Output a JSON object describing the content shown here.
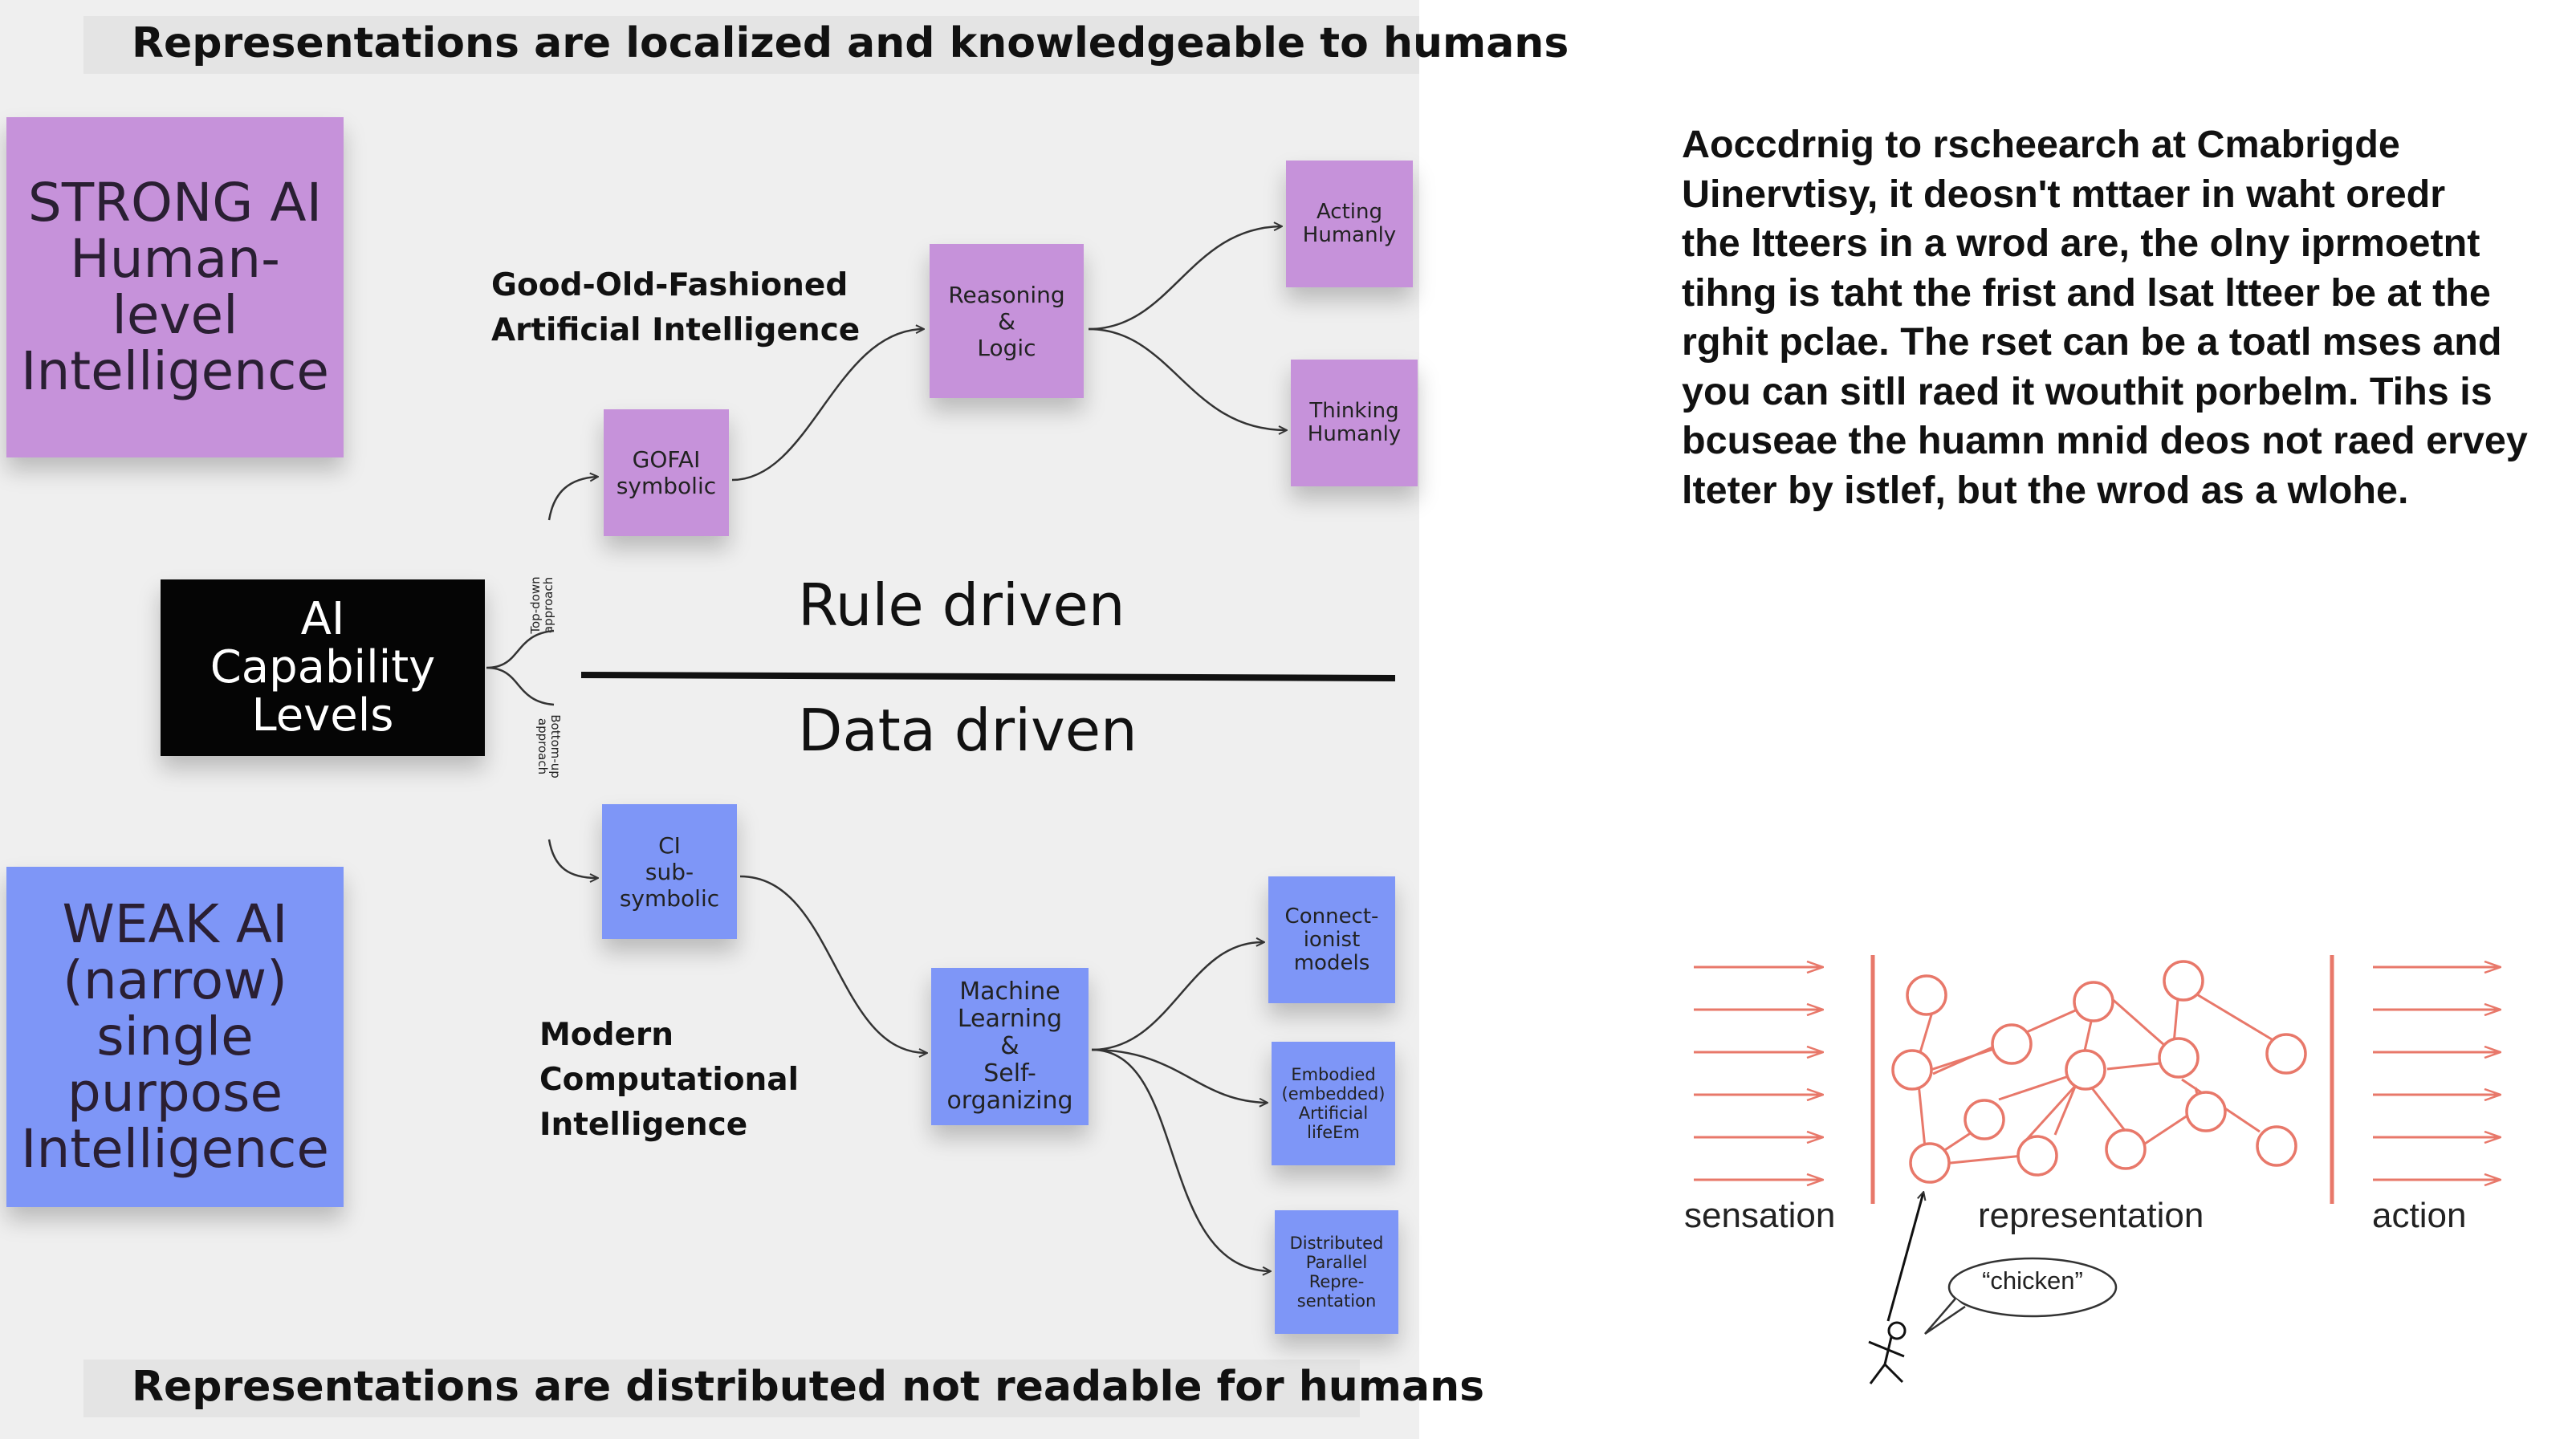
{
  "left_diagram": {
    "top_banner": "Representations are localized and  knowledgeable to humans",
    "bottom_banner": "Representations are distributed not readable for humans",
    "strong_ai": "STRONG AI\nHuman-\nlevel\nIntelligence",
    "weak_ai": "WEAK AI\n(narrow)\nsingle\npurpose\nIntelligence",
    "center": "AI\nCapability\nLevels",
    "top_down": "Top-down\napproach",
    "bottom_up": "Bottom-up\napproach",
    "gofai_label": "Good-Old-Fashioned\nArtificial Intelligence",
    "modern_label": "Modern\nComputational\nIntelligence",
    "rule_driven": "Rule driven",
    "data_driven": "Data driven",
    "gofai": "GOFAI\nsymbolic",
    "reasoning": "Reasoning\n&\nLogic",
    "acting": "Acting\nHumanly",
    "thinking": "Thinking\nHumanly",
    "ci": "CI\nsub-\nsymbolic",
    "ml": "Machine\nLearning\n&\nSelf-\norganizing",
    "connectionist": "Connect-\nionist\nmodels",
    "embodied": "Embodied\n(embedded)\nArtificial\nlifeEm",
    "distributed": "Distributed\nParallel\nRepre-\nsentation"
  },
  "paragraph": "Aoccdrnig to rscheearch at Cmabrigde\nUinervtisy, it deosn't mttaer in waht oredr\nthe ltteers in a wrod are, the olny iprmoetnt\ntihng is taht the frist and lsat ltteer be at the\nrghit pclae. The rset can be a toatl mses and\nyou can sitll raed it wouthit porbelm. Tihs is\nbcuseae the huamn mnid deos not raed ervey\nlteter by istlef, but the wrod as a wlohe.",
  "figure": {
    "sensation": "sensation",
    "representation": "representation",
    "action": "action",
    "speech": "“chicken”",
    "accent_color": "#e8786a"
  }
}
